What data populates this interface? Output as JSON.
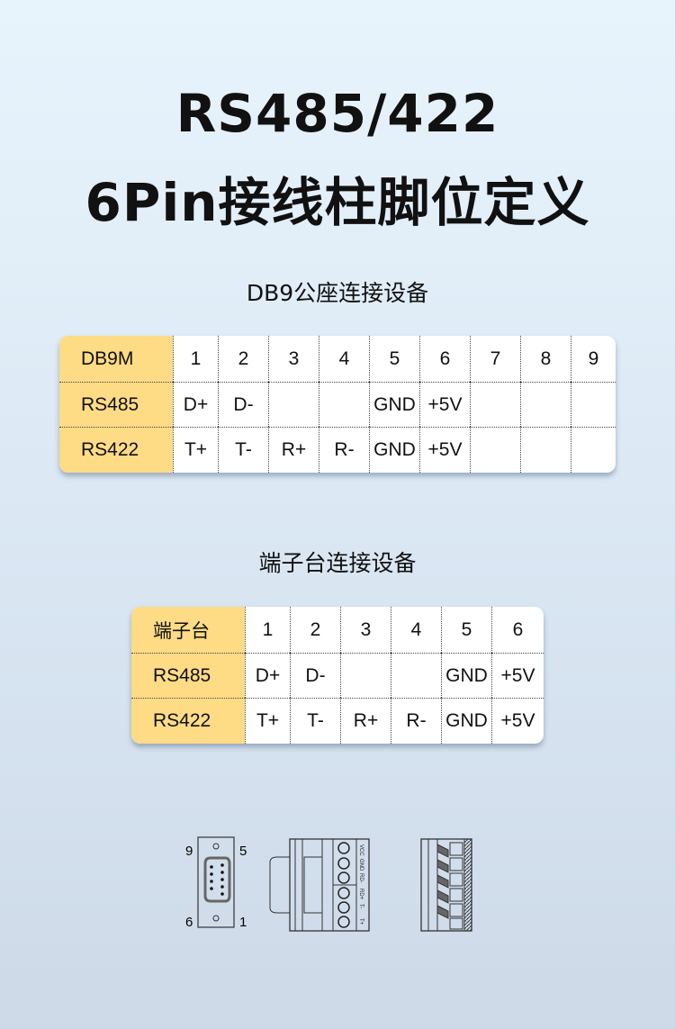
{
  "title": {
    "line1": "RS485/422",
    "line2": "6Pin接线柱脚位定义"
  },
  "db9": {
    "subtitle": "DB9公座连接设备",
    "rows": [
      [
        "DB9M",
        "1",
        "2",
        "3",
        "4",
        "5",
        "6",
        "7",
        "8",
        "9"
      ],
      [
        "RS485",
        "D+",
        "D-",
        "",
        "",
        "GND",
        "+5V",
        "",
        "",
        ""
      ],
      [
        "RS422",
        "T+",
        "T-",
        "R+",
        "R-",
        "GND",
        "+5V",
        "",
        "",
        ""
      ]
    ]
  },
  "terminal": {
    "subtitle": "端子台连接设备",
    "rows": [
      [
        "端子台",
        "1",
        "2",
        "3",
        "4",
        "5",
        "6"
      ],
      [
        "RS485",
        "D+",
        "D-",
        "",
        "",
        "GND",
        "+5V"
      ],
      [
        "RS422",
        "T+",
        "T-",
        "R+",
        "R-",
        "GND",
        "+5V"
      ]
    ]
  },
  "diagram": {
    "db9_pins": {
      "tl": "9",
      "tr": "5",
      "bl": "6",
      "br": "1"
    },
    "terminal_labels": [
      "VCC",
      "GND",
      "RD-",
      "RD+",
      "T-",
      "T+"
    ]
  },
  "colors": {
    "header": "#fedb85"
  }
}
